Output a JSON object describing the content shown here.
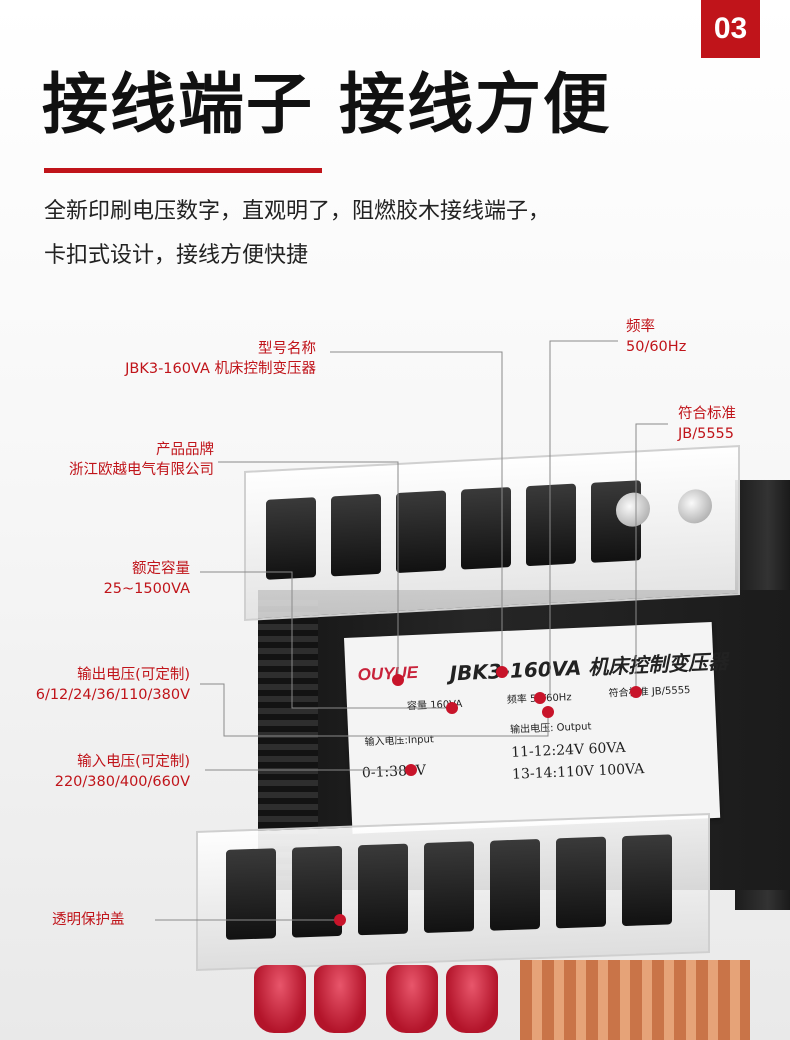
{
  "badge": "03",
  "title": "接线端子 接线方便",
  "description": {
    "line1": "全新印刷电压数字，直观明了，阻燃胶木接线端子，",
    "line2": "卡扣式设计，接线方便快捷"
  },
  "colors": {
    "accent": "#c0141a",
    "text": "#222222"
  },
  "nameplate": {
    "brand": "OUYUE",
    "model": "JBK3-160VA 机床控制变压器",
    "capacity": "容量 160VA",
    "frequency": "频率 50/60Hz",
    "standard": "符合标准 JB/5555",
    "input_label": "输入电压:Input",
    "output_label": "输出电压: Output",
    "input_value": "0-1:380V",
    "output_line1": "11-12:24V  60VA",
    "output_line2": "13-14:110V  100VA"
  },
  "callouts": [
    {
      "id": "model",
      "title": "型号名称",
      "value": "JBK3-160VA 机床控制变压器"
    },
    {
      "id": "brand",
      "title": "产品品牌",
      "value": "浙江欧越电气有限公司"
    },
    {
      "id": "capacity",
      "title": "额定容量",
      "value": "25~1500VA"
    },
    {
      "id": "output",
      "title": "输出电压(可定制)",
      "value": "6/12/24/36/110/380V"
    },
    {
      "id": "input",
      "title": "输入电压(可定制)",
      "value": "220/380/400/660V"
    },
    {
      "id": "cover",
      "title": "透明保护盖",
      "value": ""
    },
    {
      "id": "frequency",
      "title": "频率",
      "value": "50/60Hz"
    },
    {
      "id": "standard",
      "title": "符合标准",
      "value": "JB/5555"
    }
  ]
}
